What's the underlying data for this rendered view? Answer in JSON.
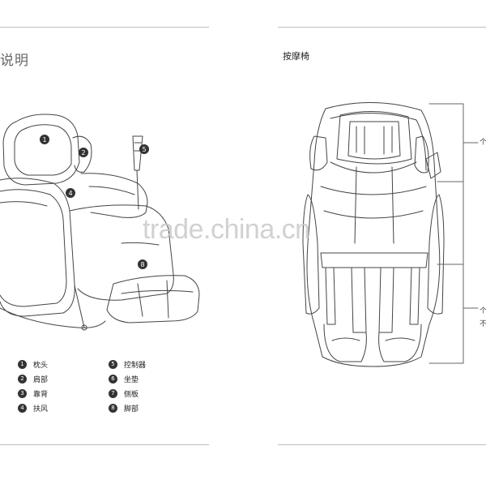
{
  "left_page": {
    "title": "说明",
    "parts_left": [
      {
        "num": "1",
        "label": "枕头"
      },
      {
        "num": "2",
        "label": "肩部"
      },
      {
        "num": "3",
        "label": "靠背"
      },
      {
        "num": "4",
        "label": "扶风"
      }
    ],
    "parts_right": [
      {
        "num": "5",
        "label": "控制器"
      },
      {
        "num": "6",
        "label": "坐垫"
      },
      {
        "num": "7",
        "label": "侧板"
      },
      {
        "num": "8",
        "label": "脚部"
      }
    ],
    "callouts": [
      "1",
      "2",
      "4",
      "5",
      "8"
    ]
  },
  "right_page": {
    "title": "按摩椅",
    "edge_marks": [
      "个",
      "个",
      "不"
    ]
  },
  "watermark": "trade.china.cn"
}
